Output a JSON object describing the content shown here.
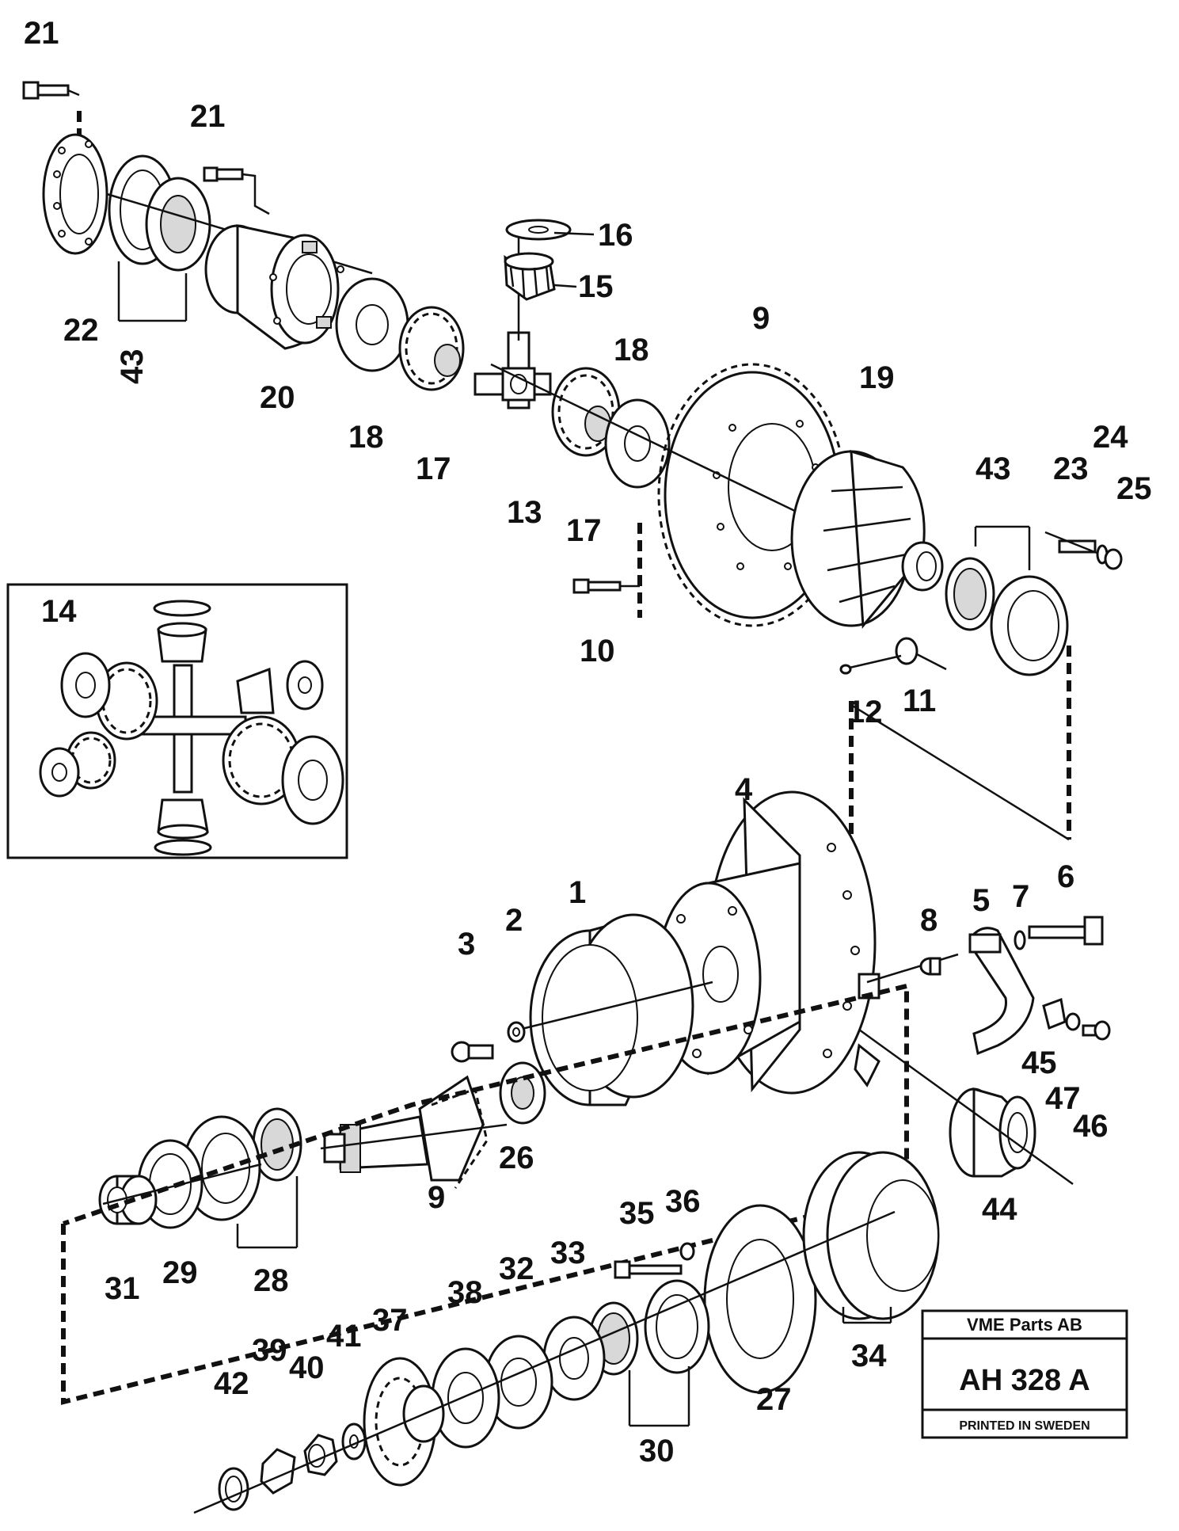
{
  "part_labels": {
    "p1": "1",
    "p2": "2",
    "p3": "3",
    "p4": "4",
    "p5": "5",
    "p6": "6",
    "p7": "7",
    "p8": "8",
    "p9a": "9",
    "p9b": "9",
    "p10": "10",
    "p11": "11",
    "p12": "12",
    "p13": "13",
    "p14": "14",
    "p15": "15",
    "p16": "16",
    "p17a": "17",
    "p17b": "17",
    "p18a": "18",
    "p18b": "18",
    "p19": "19",
    "p20": "20",
    "p21a": "21",
    "p21b": "21",
    "p22": "22",
    "p23": "23",
    "p24": "24",
    "p25": "25",
    "p26": "26",
    "p27": "27",
    "p28": "28",
    "p29": "29",
    "p30": "30",
    "p31": "31",
    "p32": "32",
    "p33": "33",
    "p34": "34",
    "p35": "35",
    "p36": "36",
    "p37": "37",
    "p38": "38",
    "p39": "39",
    "p40": "40",
    "p41": "41",
    "p42": "42",
    "p43a": "43",
    "p43b": "43",
    "p44": "44",
    "p45": "45",
    "p46": "46",
    "p47": "47"
  },
  "reference_box": {
    "company": "VME Parts AB",
    "code": "AH 328 A",
    "printed": "PRINTED IN SWEDEN"
  }
}
